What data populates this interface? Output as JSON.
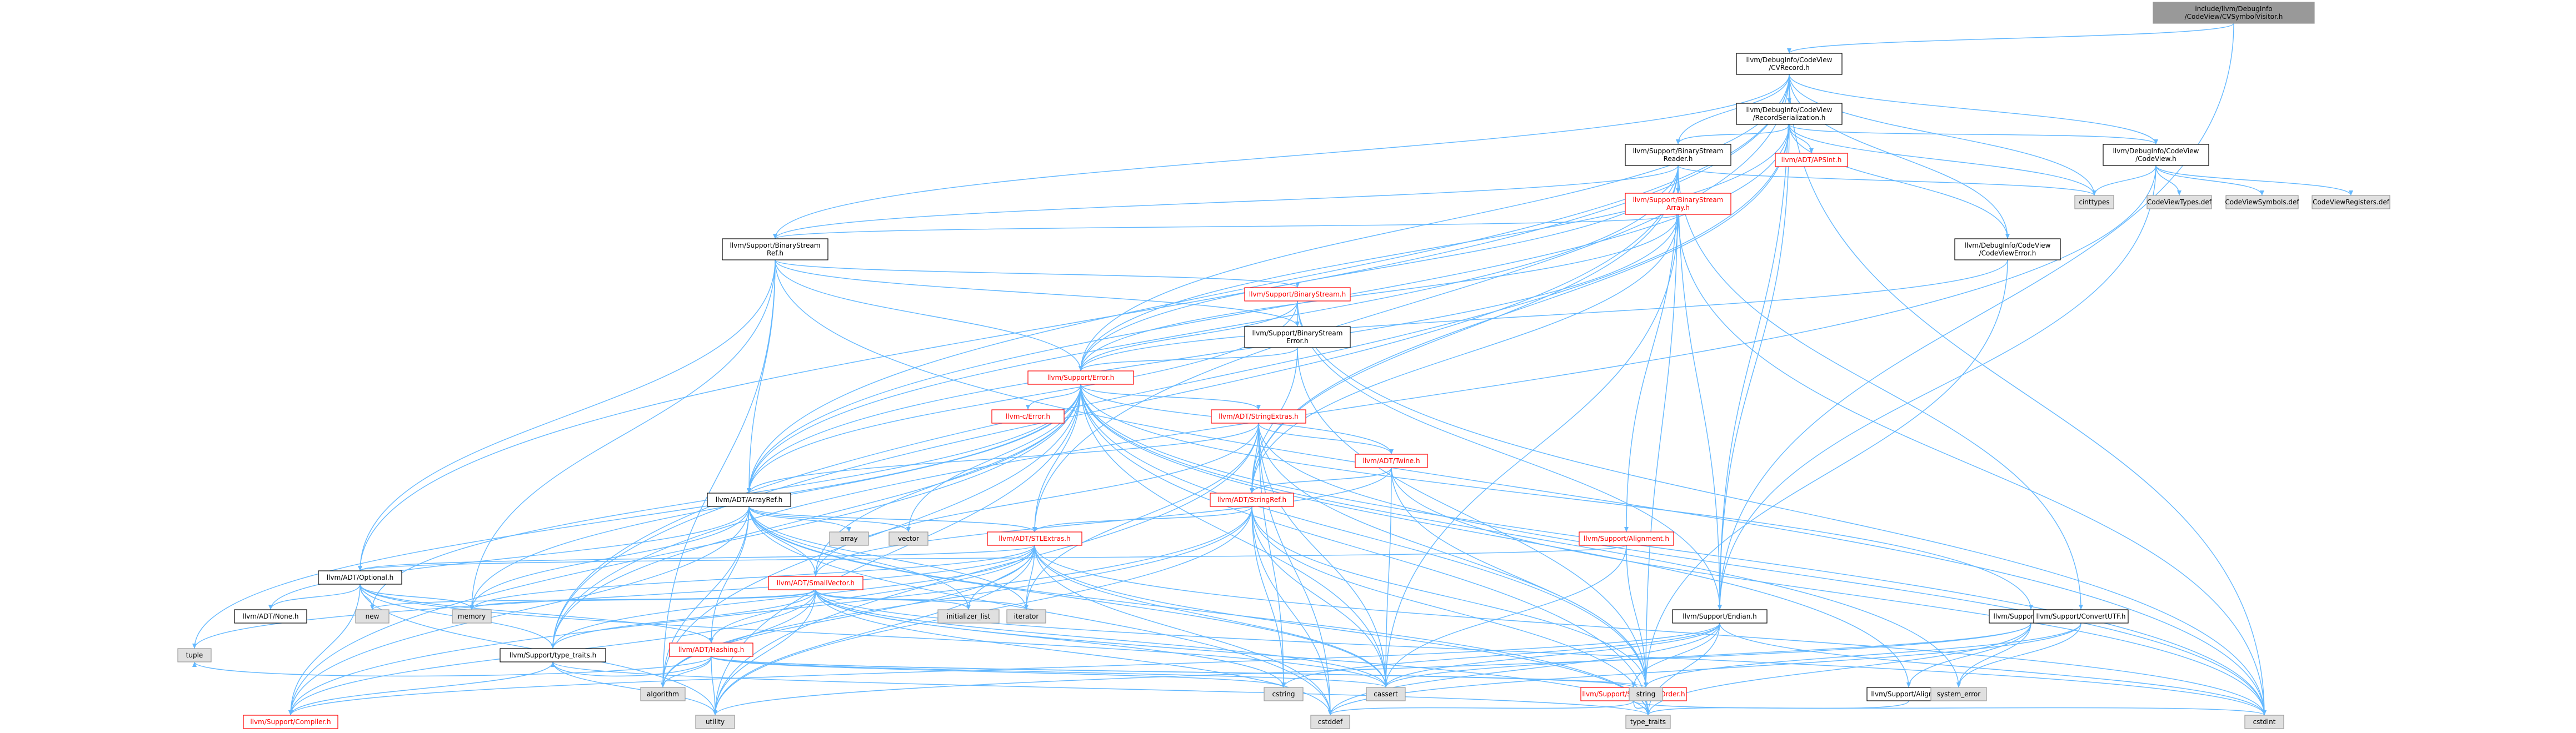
{
  "colors": {
    "edge": "#63b8ff",
    "edge_dark": "#404040",
    "node_fill": "#ffffff",
    "node_border": "#000000",
    "root_fill": "#999999",
    "gray_fill": "#e0e0e0",
    "gray_border": "#999999",
    "red_border": "#ff0000"
  },
  "nodes": [
    {
      "id": "root",
      "kind": "root",
      "lines": [
        "include/llvm/DebugInfo",
        "/CodeView/CVSymbolVisitor.h"
      ]
    },
    {
      "id": "cvrecord",
      "kind": "normal",
      "lines": [
        "llvm/DebugInfo/CodeView",
        "/CVRecord.h"
      ]
    },
    {
      "id": "recser",
      "kind": "normal",
      "lines": [
        "llvm/DebugInfo/CodeView",
        "/RecordSerialization.h"
      ]
    },
    {
      "id": "codeview",
      "kind": "normal",
      "lines": [
        "llvm/DebugInfo/CodeView",
        "/CodeView.h"
      ]
    },
    {
      "id": "apsint",
      "kind": "red",
      "lines": [
        "llvm/ADT/APSInt.h"
      ]
    },
    {
      "id": "bsreader",
      "kind": "normal",
      "lines": [
        "llvm/Support/BinaryStream",
        "Reader.h"
      ]
    },
    {
      "id": "cinttypes",
      "kind": "gray",
      "lines": [
        "cinttypes"
      ]
    },
    {
      "id": "cvtypesdef",
      "kind": "gray",
      "lines": [
        "CodeViewTypes.def"
      ]
    },
    {
      "id": "cvsymdef",
      "kind": "gray",
      "lines": [
        "CodeViewSymbols.def"
      ]
    },
    {
      "id": "cvregdef",
      "kind": "gray",
      "lines": [
        "CodeViewRegisters.def"
      ]
    },
    {
      "id": "bsarray",
      "kind": "red",
      "lines": [
        "llvm/Support/BinaryStream",
        "Array.h"
      ]
    },
    {
      "id": "cverror",
      "kind": "normal",
      "lines": [
        "llvm/DebugInfo/CodeView",
        "/CodeViewError.h"
      ]
    },
    {
      "id": "bsref",
      "kind": "normal",
      "lines": [
        "llvm/Support/BinaryStream",
        "Ref.h"
      ]
    },
    {
      "id": "bs",
      "kind": "red",
      "lines": [
        "llvm/Support/BinaryStream.h"
      ]
    },
    {
      "id": "bserror",
      "kind": "normal",
      "lines": [
        "llvm/Support/BinaryStream",
        "Error.h"
      ]
    },
    {
      "id": "error",
      "kind": "red",
      "lines": [
        "llvm/Support/Error.h"
      ]
    },
    {
      "id": "cerror",
      "kind": "red",
      "lines": [
        "llvm-c/Error.h"
      ]
    },
    {
      "id": "stringextras",
      "kind": "red",
      "lines": [
        "llvm/ADT/StringExtras.h"
      ]
    },
    {
      "id": "twine",
      "kind": "red",
      "lines": [
        "llvm/ADT/Twine.h"
      ]
    },
    {
      "id": "arrayref",
      "kind": "normal",
      "lines": [
        "llvm/ADT/ArrayRef.h"
      ]
    },
    {
      "id": "stringref",
      "kind": "red",
      "lines": [
        "llvm/ADT/StringRef.h"
      ]
    },
    {
      "id": "array",
      "kind": "gray",
      "lines": [
        "array"
      ]
    },
    {
      "id": "vector",
      "kind": "gray",
      "lines": [
        "vector"
      ]
    },
    {
      "id": "stlextras",
      "kind": "red",
      "lines": [
        "llvm/ADT/STLExtras.h"
      ]
    },
    {
      "id": "alignment",
      "kind": "red",
      "lines": [
        "llvm/Support/Alignment.h"
      ]
    },
    {
      "id": "optional",
      "kind": "normal",
      "lines": [
        "llvm/ADT/Optional.h"
      ]
    },
    {
      "id": "smallvector",
      "kind": "red",
      "lines": [
        "llvm/ADT/SmallVector.h"
      ]
    },
    {
      "id": "none",
      "kind": "normal",
      "lines": [
        "llvm/ADT/None.h"
      ]
    },
    {
      "id": "new",
      "kind": "gray",
      "lines": [
        "new"
      ]
    },
    {
      "id": "memory",
      "kind": "gray",
      "lines": [
        "memory"
      ]
    },
    {
      "id": "hashing",
      "kind": "red",
      "lines": [
        "llvm/ADT/Hashing.h"
      ]
    },
    {
      "id": "initlist",
      "kind": "gray",
      "lines": [
        "initializer_list"
      ]
    },
    {
      "id": "iterator",
      "kind": "gray",
      "lines": [
        "iterator"
      ]
    },
    {
      "id": "endian",
      "kind": "normal",
      "lines": [
        "llvm/Support/Endian.h"
      ]
    },
    {
      "id": "erroror",
      "kind": "normal",
      "lines": [
        "llvm/Support/ErrorOr.h"
      ]
    },
    {
      "id": "convutf",
      "kind": "normal",
      "lines": [
        "llvm/Support/ConvertUTF.h"
      ]
    },
    {
      "id": "tuple",
      "kind": "gray",
      "lines": [
        "tuple"
      ]
    },
    {
      "id": "typetraits",
      "kind": "normal",
      "lines": [
        "llvm/Support/type_traits.h"
      ]
    },
    {
      "id": "algorithm",
      "kind": "gray",
      "lines": [
        "algorithm"
      ]
    },
    {
      "id": "cassert",
      "kind": "gray",
      "lines": [
        "cassert"
      ]
    },
    {
      "id": "cstring",
      "kind": "gray",
      "lines": [
        "cstring"
      ]
    },
    {
      "id": "swaporder",
      "kind": "red",
      "lines": [
        "llvm/Support/SwapByteOrder.h"
      ]
    },
    {
      "id": "string",
      "kind": "gray",
      "lines": [
        "string"
      ]
    },
    {
      "id": "alignof",
      "kind": "normal",
      "lines": [
        "llvm/Support/AlignOf.h"
      ]
    },
    {
      "id": "syserror",
      "kind": "gray",
      "lines": [
        "system_error"
      ]
    },
    {
      "id": "compiler",
      "kind": "red",
      "lines": [
        "llvm/Support/Compiler.h"
      ]
    },
    {
      "id": "utility",
      "kind": "gray",
      "lines": [
        "utility"
      ]
    },
    {
      "id": "cstddef",
      "kind": "gray",
      "lines": [
        "cstddef"
      ]
    },
    {
      "id": "stdtypetraits",
      "kind": "gray",
      "lines": [
        "type_traits"
      ]
    },
    {
      "id": "cstdint",
      "kind": "gray",
      "lines": [
        "cstdint"
      ]
    }
  ],
  "edges": [
    [
      "root",
      "cvrecord"
    ],
    [
      "root",
      "endian"
    ],
    [
      "cvrecord",
      "recser"
    ],
    [
      "cvrecord",
      "codeview"
    ],
    [
      "cvrecord",
      "cverror"
    ],
    [
      "cvrecord",
      "bsreader"
    ],
    [
      "cvrecord",
      "bsref"
    ],
    [
      "cvrecord",
      "error"
    ],
    [
      "cvrecord",
      "arrayref"
    ],
    [
      "cvrecord",
      "optional"
    ],
    [
      "cvrecord",
      "stlextras"
    ],
    [
      "cvrecord",
      "endian"
    ],
    [
      "cvrecord",
      "cstdint"
    ],
    [
      "cvrecord",
      "cinttypes"
    ],
    [
      "recser",
      "apsint"
    ],
    [
      "recser",
      "arrayref"
    ],
    [
      "recser",
      "codeview"
    ],
    [
      "recser",
      "cverror"
    ],
    [
      "recser",
      "bsreader"
    ],
    [
      "recser",
      "endian"
    ],
    [
      "recser",
      "error"
    ],
    [
      "recser",
      "cinttypes"
    ],
    [
      "recser",
      "typetraits"
    ],
    [
      "recser",
      "stringref"
    ],
    [
      "codeview",
      "cinttypes"
    ],
    [
      "codeview",
      "typetraits"
    ],
    [
      "codeview",
      "endian"
    ],
    [
      "codeview",
      "cvtypesdef"
    ],
    [
      "codeview",
      "cvsymdef"
    ],
    [
      "codeview",
      "cvregdef"
    ],
    [
      "cverror",
      "error"
    ],
    [
      "cverror",
      "string"
    ],
    [
      "bsreader",
      "arrayref"
    ],
    [
      "bsreader",
      "stringref"
    ],
    [
      "bsreader",
      "alignment"
    ],
    [
      "bsreader",
      "bsarray"
    ],
    [
      "bsreader",
      "bsref"
    ],
    [
      "bsreader",
      "convutf"
    ],
    [
      "bsreader",
      "endian"
    ],
    [
      "bsreader",
      "error"
    ],
    [
      "bsreader",
      "typetraits"
    ],
    [
      "bsreader",
      "string"
    ],
    [
      "bsreader",
      "cinttypes"
    ],
    [
      "bsarray",
      "arrayref"
    ],
    [
      "bsarray",
      "bsref"
    ],
    [
      "bsarray",
      "error"
    ],
    [
      "bsarray",
      "cassert"
    ],
    [
      "bsarray",
      "cstdint"
    ],
    [
      "bsarray",
      "stringref"
    ],
    [
      "bsref",
      "arrayref"
    ],
    [
      "bsref",
      "optional"
    ],
    [
      "bsref",
      "bs"
    ],
    [
      "bsref",
      "bserror"
    ],
    [
      "bsref",
      "error"
    ],
    [
      "bsref",
      "algorithm"
    ],
    [
      "bsref",
      "cstdint"
    ],
    [
      "bsref",
      "memory"
    ],
    [
      "bs",
      "arrayref"
    ],
    [
      "bs",
      "bserror"
    ],
    [
      "bs",
      "endian"
    ],
    [
      "bs",
      "error"
    ],
    [
      "bs",
      "cstdint"
    ],
    [
      "bserror",
      "stringref"
    ],
    [
      "bserror",
      "error"
    ],
    [
      "bserror",
      "string"
    ],
    [
      "error",
      "cerror"
    ],
    [
      "error",
      "stlextras"
    ],
    [
      "error",
      "smallvector"
    ],
    [
      "error",
      "stringextras"
    ],
    [
      "error",
      "twine"
    ],
    [
      "error",
      "alignof"
    ],
    [
      "error",
      "compiler"
    ],
    [
      "error",
      "erroror"
    ],
    [
      "error",
      "algorithm"
    ],
    [
      "error",
      "cassert"
    ],
    [
      "error",
      "cstdint"
    ],
    [
      "error",
      "cstdlib"
    ],
    [
      "error",
      "functional"
    ],
    [
      "error",
      "memory"
    ],
    [
      "error",
      "new"
    ],
    [
      "error",
      "string"
    ],
    [
      "error",
      "system_error"
    ],
    [
      "error",
      "tuple"
    ],
    [
      "error",
      "type_traits"
    ],
    [
      "error",
      "utility"
    ],
    [
      "error",
      "vector"
    ],
    [
      "error",
      "typetraits"
    ],
    [
      "error",
      "string"
    ],
    [
      "error",
      "stdtypetraits"
    ],
    [
      "error",
      "syserror"
    ],
    [
      "error",
      "utility"
    ],
    [
      "stringextras",
      "arrayref"
    ],
    [
      "stringextras",
      "smallvector"
    ],
    [
      "stringextras",
      "stringref"
    ],
    [
      "stringextras",
      "twine"
    ],
    [
      "stringextras",
      "cassert"
    ],
    [
      "stringextras",
      "cstddef"
    ],
    [
      "stringextras",
      "cstdint"
    ],
    [
      "stringextras",
      "cstring"
    ],
    [
      "stringextras",
      "iterator"
    ],
    [
      "stringextras",
      "string"
    ],
    [
      "stringextras",
      "utility"
    ],
    [
      "twine",
      "smallvector"
    ],
    [
      "twine",
      "stringref"
    ],
    [
      "twine",
      "cassert"
    ],
    [
      "twine",
      "cstdint"
    ],
    [
      "twine",
      "string"
    ],
    [
      "arrayref",
      "hashing"
    ],
    [
      "arrayref",
      "none"
    ],
    [
      "arrayref",
      "smallvector"
    ],
    [
      "arrayref",
      "stlextras"
    ],
    [
      "arrayref",
      "compiler"
    ],
    [
      "arrayref",
      "algorithm"
    ],
    [
      "arrayref",
      "array"
    ],
    [
      "arrayref",
      "cassert"
    ],
    [
      "arrayref",
      "cstddef"
    ],
    [
      "arrayref",
      "initlist"
    ],
    [
      "arrayref",
      "iterator"
    ],
    [
      "arrayref",
      "memory"
    ],
    [
      "arrayref",
      "stdtypetraits"
    ],
    [
      "arrayref",
      "vector"
    ],
    [
      "stringref",
      "stlextras"
    ],
    [
      "stringref",
      "compiler"
    ],
    [
      "stringref",
      "algorithm"
    ],
    [
      "stringref",
      "cassert"
    ],
    [
      "stringref",
      "cstddef"
    ],
    [
      "stringref",
      "cstring"
    ],
    [
      "stringref",
      "limits"
    ],
    [
      "stringref",
      "string"
    ],
    [
      "stringref",
      "stdtypetraits"
    ],
    [
      "stringref",
      "utility"
    ],
    [
      "stlextras",
      "optional"
    ],
    [
      "stlextras",
      "hashing"
    ],
    [
      "stlextras",
      "typetraits"
    ],
    [
      "stlextras",
      "algorithm"
    ],
    [
      "stlextras",
      "cassert"
    ],
    [
      "stlextras",
      "cstddef"
    ],
    [
      "stlextras",
      "cstdint"
    ],
    [
      "stlextras",
      "initlist"
    ],
    [
      "stlextras",
      "iterator"
    ],
    [
      "stlextras",
      "memory"
    ],
    [
      "stlextras",
      "tuple"
    ],
    [
      "stlextras",
      "stdtypetraits"
    ],
    [
      "stlextras",
      "utility"
    ],
    [
      "alignment",
      "optional"
    ],
    [
      "alignment",
      "cassert"
    ],
    [
      "alignment",
      "string"
    ],
    [
      "optional",
      "hashing"
    ],
    [
      "optional",
      "none"
    ],
    [
      "optional",
      "compiler"
    ],
    [
      "optional",
      "typetraits"
    ],
    [
      "optional",
      "cassert"
    ],
    [
      "optional",
      "memory"
    ],
    [
      "optional",
      "new"
    ],
    [
      "optional",
      "utility"
    ],
    [
      "smallvector",
      "compiler"
    ],
    [
      "smallvector",
      "typetraits"
    ],
    [
      "smallvector",
      "algorithm"
    ],
    [
      "smallvector",
      "cassert"
    ],
    [
      "smallvector",
      "cstddef"
    ],
    [
      "smallvector",
      "cstdint"
    ],
    [
      "smallvector",
      "cstring"
    ],
    [
      "smallvector",
      "initlist"
    ],
    [
      "smallvector",
      "iterator"
    ],
    [
      "smallvector",
      "memory"
    ],
    [
      "smallvector",
      "new"
    ],
    [
      "smallvector",
      "stdtypetraits"
    ],
    [
      "smallvector",
      "utility"
    ],
    [
      "hashing",
      "typetraits"
    ],
    [
      "hashing",
      "swaporder"
    ],
    [
      "hashing",
      "algorithm"
    ],
    [
      "hashing",
      "cassert"
    ],
    [
      "hashing",
      "cstring"
    ],
    [
      "hashing",
      "string"
    ],
    [
      "hashing",
      "tuple"
    ],
    [
      "hashing",
      "utility"
    ],
    [
      "endian",
      "compiler"
    ],
    [
      "endian",
      "swaporder"
    ],
    [
      "endian",
      "cassert"
    ],
    [
      "endian",
      "cstddef"
    ],
    [
      "endian",
      "cstdint"
    ],
    [
      "endian",
      "cstring"
    ],
    [
      "endian",
      "stdtypetraits"
    ],
    [
      "erroror",
      "alignof"
    ],
    [
      "erroror",
      "cassert"
    ],
    [
      "erroror",
      "syserror"
    ],
    [
      "erroror",
      "stdtypetraits"
    ],
    [
      "erroror",
      "utility"
    ],
    [
      "convutf",
      "cstddef"
    ],
    [
      "convutf",
      "string"
    ],
    [
      "convutf",
      "syserror"
    ],
    [
      "typetraits",
      "compiler"
    ],
    [
      "typetraits",
      "stdtypetraits"
    ],
    [
      "typetraits",
      "utility"
    ],
    [
      "swaporder",
      "cstddef"
    ],
    [
      "swaporder",
      "cstdint"
    ],
    [
      "swaporder",
      "stdtypetraits"
    ],
    [
      "alignof",
      "stdtypetraits"
    ]
  ]
}
